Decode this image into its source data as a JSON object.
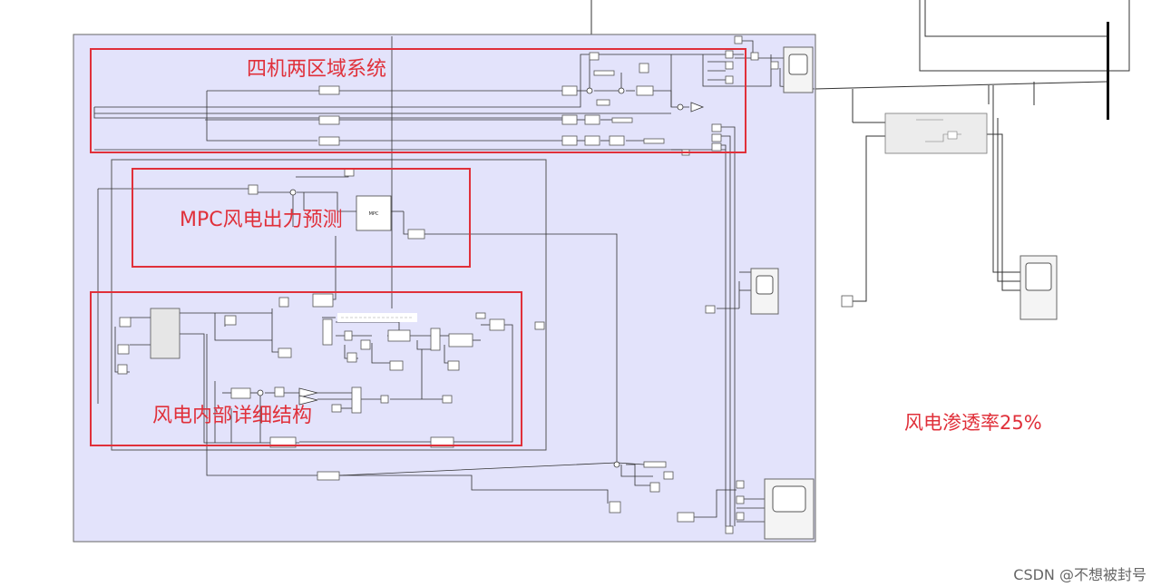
{
  "annotations": {
    "four_machine": "四机两区域系统",
    "mpc": "MPC风电出力预测",
    "wind_internal": "风电内部详细结构",
    "penetration": "风电渗透率25%"
  },
  "blocks": {
    "mpc_block": "MPC"
  },
  "watermark": "CSDN @不想被封号",
  "colors": {
    "subsystem_fill": "#e3e3fb",
    "annotation_red": "#e0303a",
    "line": "#333333"
  }
}
